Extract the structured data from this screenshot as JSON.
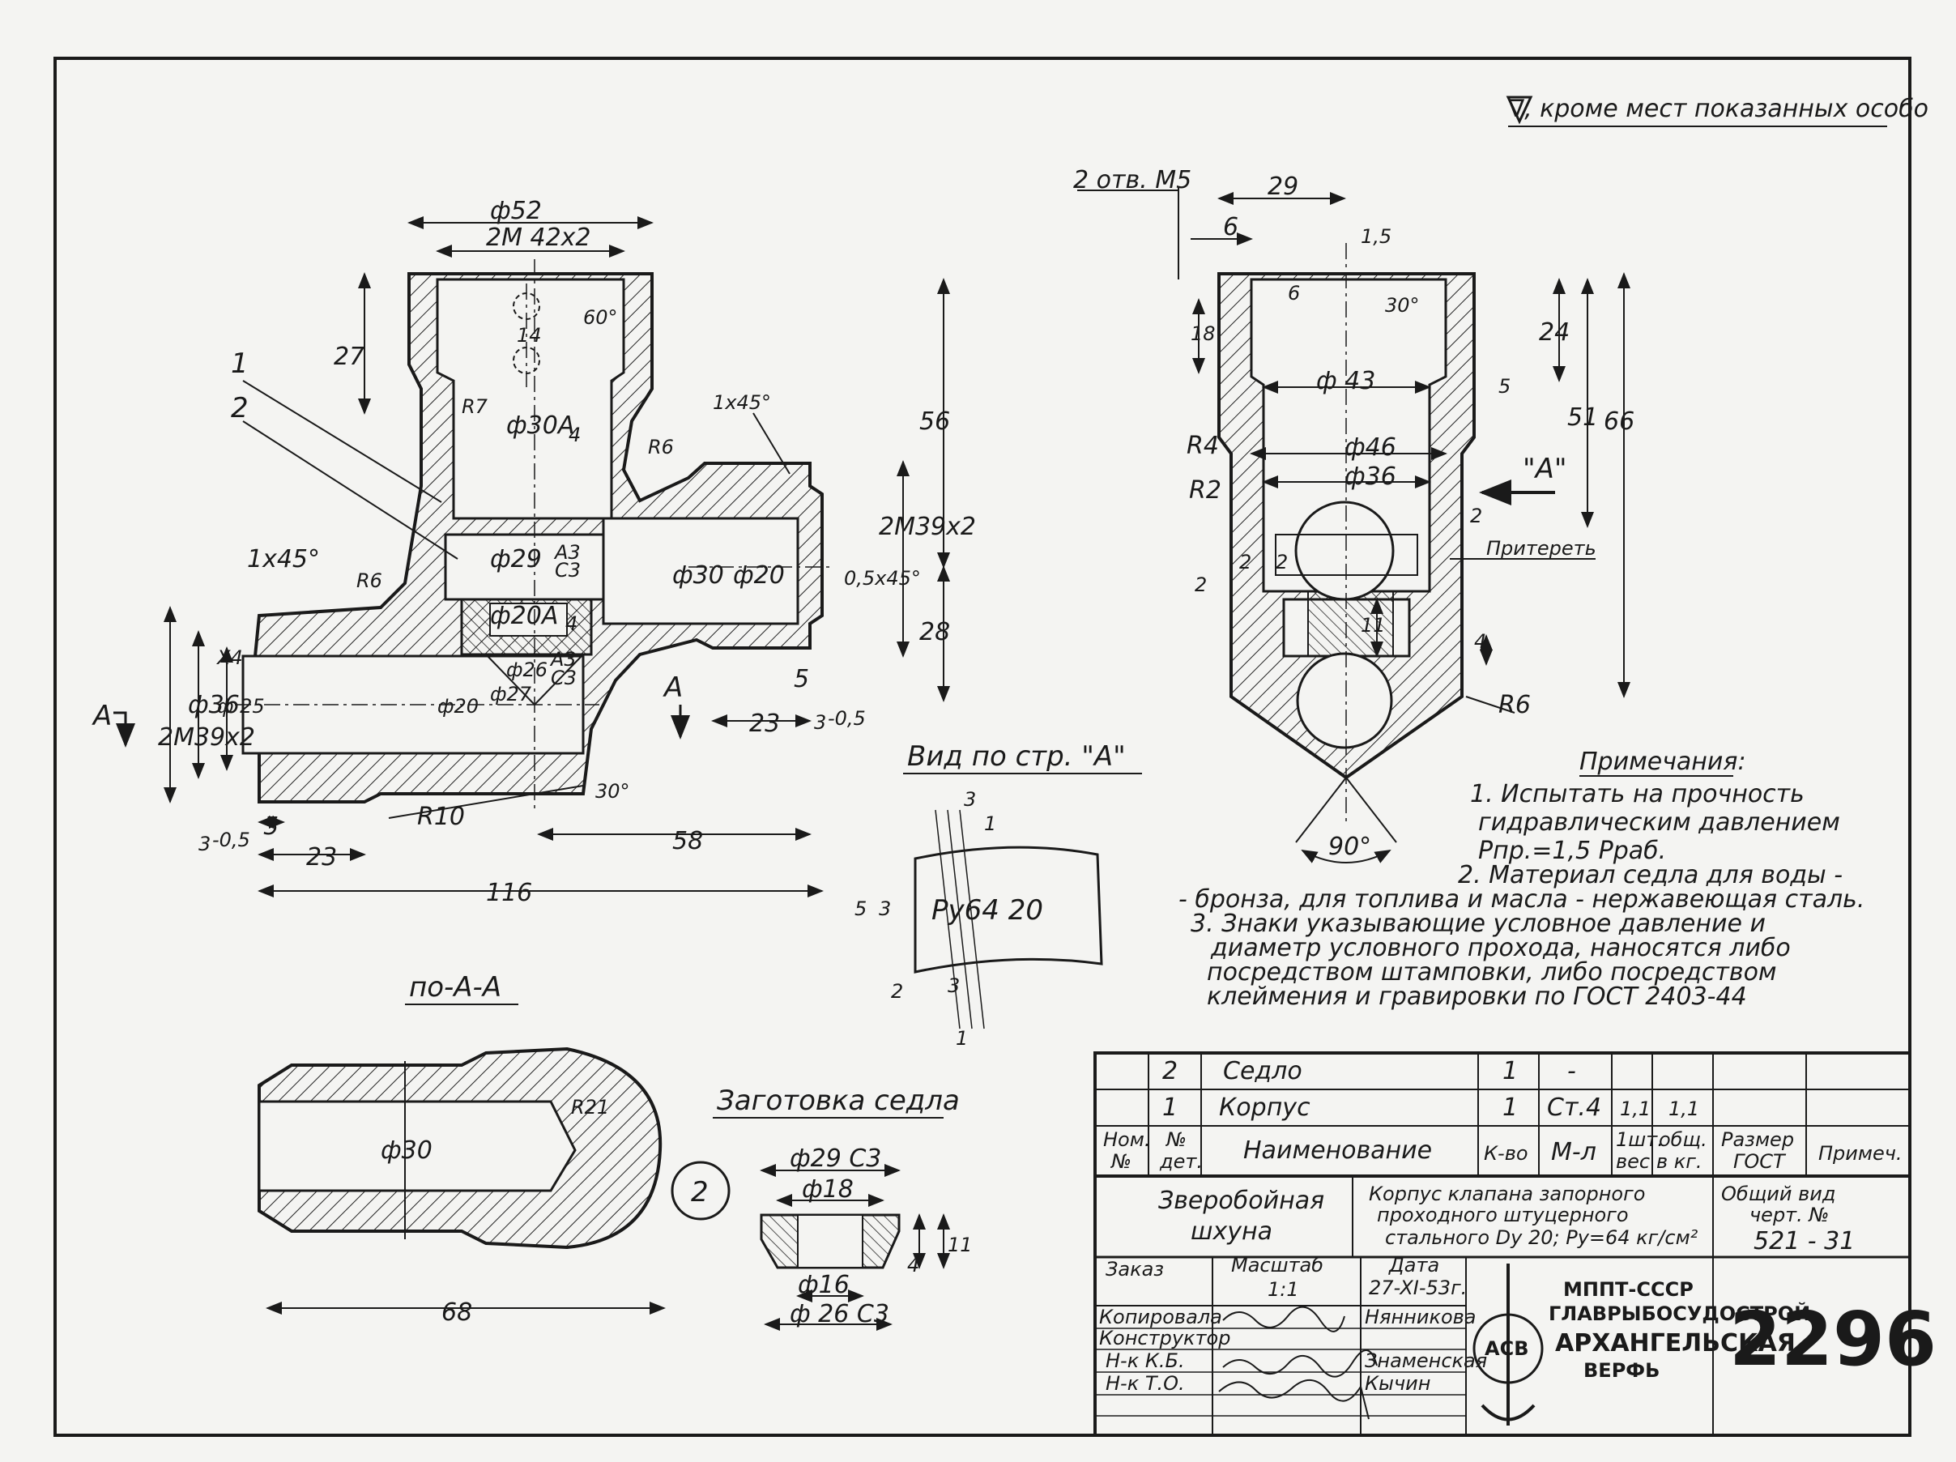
{
  "surface_note": "∇, кроме мест показанных особо",
  "left_view": {
    "dims": {
      "d52": "ф52",
      "thread_top": "2М 42х2",
      "angle60": "60°",
      "len14": "14",
      "len27": "27",
      "r7": "R7",
      "d30a": "ф30А",
      "d30a_sub": "4",
      "chamfer_top": "1х45°",
      "r6a": "R6",
      "d29": "ф29",
      "d29_frac_num": "А3",
      "d29_frac_den": "С3",
      "d30": "ф30",
      "d20": "ф20",
      "len56": "56",
      "thread_right": "2М39х2",
      "chamfer_small": "0,5х45°",
      "len28": "28",
      "chamfer_left": "1х45°",
      "r6b": "R6",
      "d20a": "ф20А",
      "d20a_sub": "4",
      "d26": "ф26",
      "d26_frac_num": "А3",
      "d26_frac_den": "С3",
      "d27": "ф27",
      "d20_left": "ф20",
      "thread_left": "2М39х2",
      "d36": "ф36",
      "d25": "ф 25",
      "d25_sub": "Х4",
      "len5_right": "5",
      "len23_right": "23",
      "len3_right": "3",
      "tol_right": "-0,5",
      "angle30": "30°",
      "r10": "R10",
      "len5_left": "5",
      "len3_left": "3",
      "tol_left": "-0,5",
      "len23_left": "23",
      "len58": "58",
      "len116": "116"
    },
    "section_letter": "А",
    "callout_1": "1",
    "callout_2": "2"
  },
  "right_view": {
    "holes_note": "2 отв. М5",
    "dims": {
      "len29": "29",
      "len6": "6",
      "len15": "1,5",
      "angle30": "30°",
      "len6b": "6",
      "len18": "18",
      "len24": "24",
      "len5": "5",
      "d43": "ф 43",
      "len51": "51",
      "len66": "66",
      "r4": "R4",
      "d46": "ф46",
      "d36": "ф36",
      "r2": "R2",
      "len2a": "2",
      "len2b": "2",
      "len2c": "2",
      "len2d": "2",
      "len11": "11",
      "len4": "4",
      "r6": "R6",
      "angle90": "90°"
    },
    "view_arrow_label": "\"А\"",
    "lap_note": "Притереть"
  },
  "view_a": {
    "title": "Вид по стр. \"А\"",
    "marking": "Ру64 20",
    "dims": [
      "3",
      "1",
      "5",
      "3",
      "2",
      "3",
      "1"
    ]
  },
  "section_aa": {
    "title": "по-А-А",
    "d30": "ф30",
    "r21": "R21",
    "len68": "68"
  },
  "seat_blank": {
    "title": "Заготовка седла",
    "callout": "2",
    "d29": "ф29 С3",
    "d18": "ф18",
    "d16": "ф16",
    "d26": "ф 26 С3",
    "len4": "4",
    "len11": "11"
  },
  "notes": {
    "title": "Примечания:",
    "lines": [
      "1. Испытать на прочность",
      "гидравлическим давлением",
      "Рпр.=1,5 Рраб.",
      "2. Материал седла для воды -",
      "- бронза, для топлива и масла - нержавеющая сталь.",
      "3. Знаки указывающие условное давление и",
      "диаметр условного прохода, наносятся либо",
      "посредством штамповки, либо посредством",
      "клеймения и гравировки по ГОСТ 2403-44"
    ]
  },
  "parts_table": {
    "rows": [
      {
        "pos": "2",
        "name": "Седло",
        "qty": "1",
        "material": "-",
        "w1": "",
        "w2": ""
      },
      {
        "pos": "1",
        "name": "Корпус",
        "qty": "1",
        "material": "Ст.4",
        "w1": "1,1",
        "w2": "1,1"
      }
    ],
    "headers": {
      "pos_a": "Ном.",
      "pos_b": "№",
      "det_a": "№",
      "det_b": "дет.",
      "name": "Наименование",
      "qty": "К-во",
      "mat": "М-л",
      "w1_a": "1шт.",
      "w1_b": "вес",
      "w2_a": "общ.",
      "w2_b": "в кг.",
      "size_a": "Размер",
      "size_b": "ГОСТ",
      "note": "Примеч."
    }
  },
  "title_block": {
    "vessel_a": "Зверобойная",
    "vessel_b": "шхуна",
    "desc_a": "Корпус клапана запорного",
    "desc_b": "проходного штуцерного",
    "desc_c": "стального Dу 20; Ру=64 кг/см²",
    "view_a": "Общий вид",
    "view_b": "черт. №",
    "view_no": "521 - 31",
    "order_label": "Заказ",
    "scale_label": "Масштаб",
    "scale": "1:1",
    "date_label": "Дата",
    "date": "27-XI-53г.",
    "roles": [
      "Копировала",
      "Конструктор",
      "Н-к К.Б.",
      "Н-к Т.О."
    ],
    "names": [
      "Нянникова",
      "",
      "Знаменская",
      "Кычин"
    ],
    "org_a": "МППТ-СССР",
    "org_b": "ГЛАВРЫБОСУДОСТРОЙ",
    "org_c": "АРХАНГЕЛЬСКАЯ",
    "org_d": "ВЕРФЬ",
    "logo_text": "АСВ",
    "sheet_no": "2296"
  }
}
